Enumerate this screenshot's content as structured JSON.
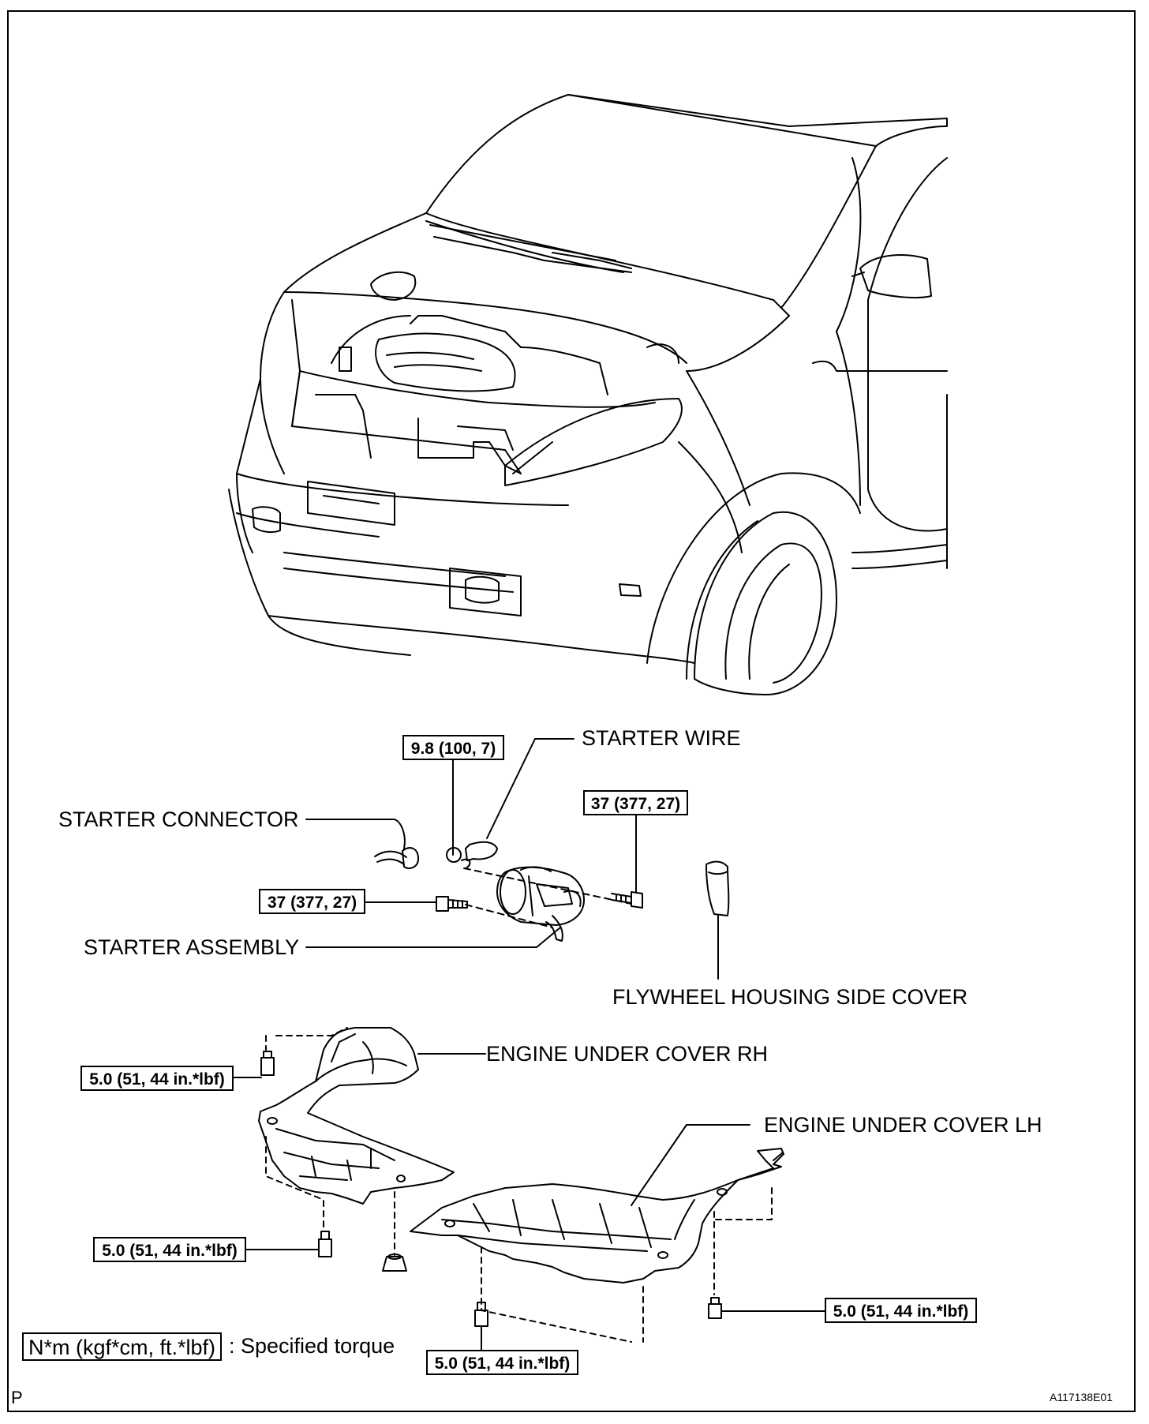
{
  "labels": {
    "starter_wire": "STARTER WIRE",
    "starter_connector": "STARTER CONNECTOR",
    "starter_assembly": "STARTER ASSEMBLY",
    "flywheel_housing_side_cover": "FLYWHEEL HOUSING SIDE COVER",
    "engine_under_cover_rh": "ENGINE UNDER COVER RH",
    "engine_under_cover_lh": "ENGINE UNDER COVER LH"
  },
  "torques": {
    "starter_wire_nut": "9.8 (100, 7)",
    "starter_bolt_right": "37 (377, 27)",
    "starter_bolt_left": "37 (377, 27)",
    "rh_cover_top_bolt": "5.0 (51, 44 in.*lbf)",
    "rh_cover_bottom_bolt": "5.0 (51, 44 in.*lbf)",
    "lh_cover_bottom_bolt": "5.0 (51, 44 in.*lbf)",
    "lh_cover_right_bolt": "5.0 (51, 44 in.*lbf)"
  },
  "legend": {
    "unit_box": "N*m (kgf*cm, ft.*lbf)",
    "description": ": Specified torque"
  },
  "corner_letter": "P",
  "figure_code": "A117138E01"
}
